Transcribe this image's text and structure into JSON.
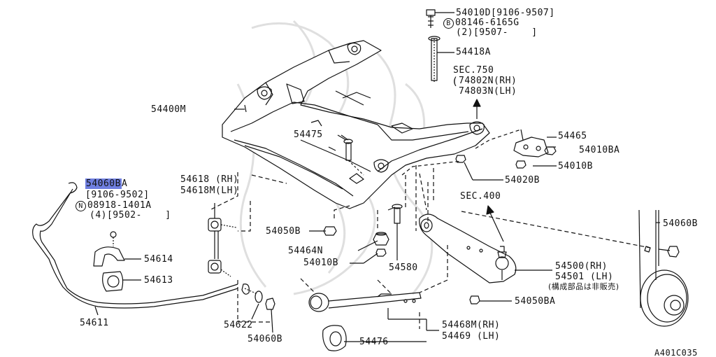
{
  "labels": {
    "p54010D": "54010D[9106-9507]",
    "b_circle": "B",
    "p08146": "08146-6165G",
    "q08146": "(2)[9507-    ]",
    "p54418A": "54418A",
    "sec750": "SEC.750",
    "p74802N": "74802N(RH)",
    "p74803N": "74803N(LH)",
    "p54400M": "54400M",
    "p54475": "54475",
    "p54465": "54465",
    "p54010BA": "54010BA",
    "p54010B_r": "54010B",
    "p54020B": "54020B",
    "p54060B_hl": "54060B",
    "p54060B_hl_suffix": "A",
    "range_9106": "[9106-9502]",
    "n_circle": "N",
    "p08918": "08918-1401A",
    "q08918": "(4)[9502-    ]",
    "p54618": "54618 (RH)",
    "p54618M": "54618M(LH)",
    "sec400": "SEC.400",
    "p54060B_r": "54060B",
    "p54050B": "54050B",
    "p54464N": "54464N",
    "p54010B_c": "54010B",
    "p54580": "54580",
    "p54614": "54614",
    "p54613": "54613",
    "p54500": "54500(RH)",
    "p54501": "54501 (LH)",
    "note_jp": "(構成部品は非販売)",
    "p54050BA": "54050BA",
    "p54611": "54611",
    "p54622": "54622",
    "p54060B_b": "54060B",
    "p54468M": "54468M(RH)",
    "p54469": "54469 (LH)",
    "p54476": "54476",
    "fig_code": "A401C035"
  },
  "colors": {
    "line": "#111111",
    "highlight": "#6f7fe0",
    "watermark": "#d8d8d8"
  }
}
